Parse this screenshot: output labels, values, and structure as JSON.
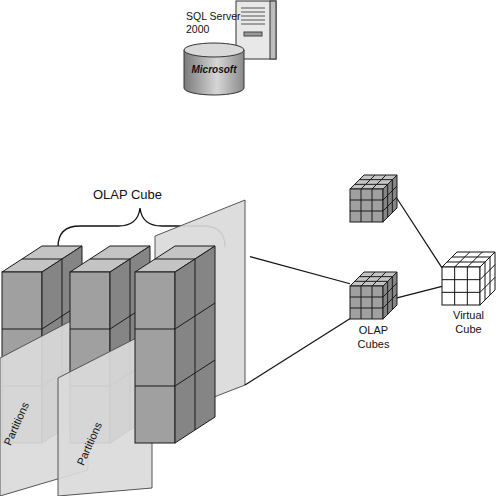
{
  "diagram": {
    "nodes": [
      {
        "text": [
          "SQL Server 2000",
          "Microsoft"
        ]
      },
      {
        "text": [
          "OLAP Cube"
        ]
      },
      {
        "text": [
          "Partitions"
        ]
      },
      {
        "text": [
          "Partitions"
        ]
      },
      {
        "text": []
      },
      {
        "text": [
          "OLAP Cubes"
        ]
      },
      {
        "text": [
          "Virtual Cube"
        ]
      }
    ],
    "edges": [
      {
        "from": 1,
        "to": 5,
        "arrow": "none"
      },
      {
        "from": 4,
        "to": 6,
        "arrow": "none"
      },
      {
        "from": 5,
        "to": 6,
        "arrow": "none"
      }
    ]
  }
}
